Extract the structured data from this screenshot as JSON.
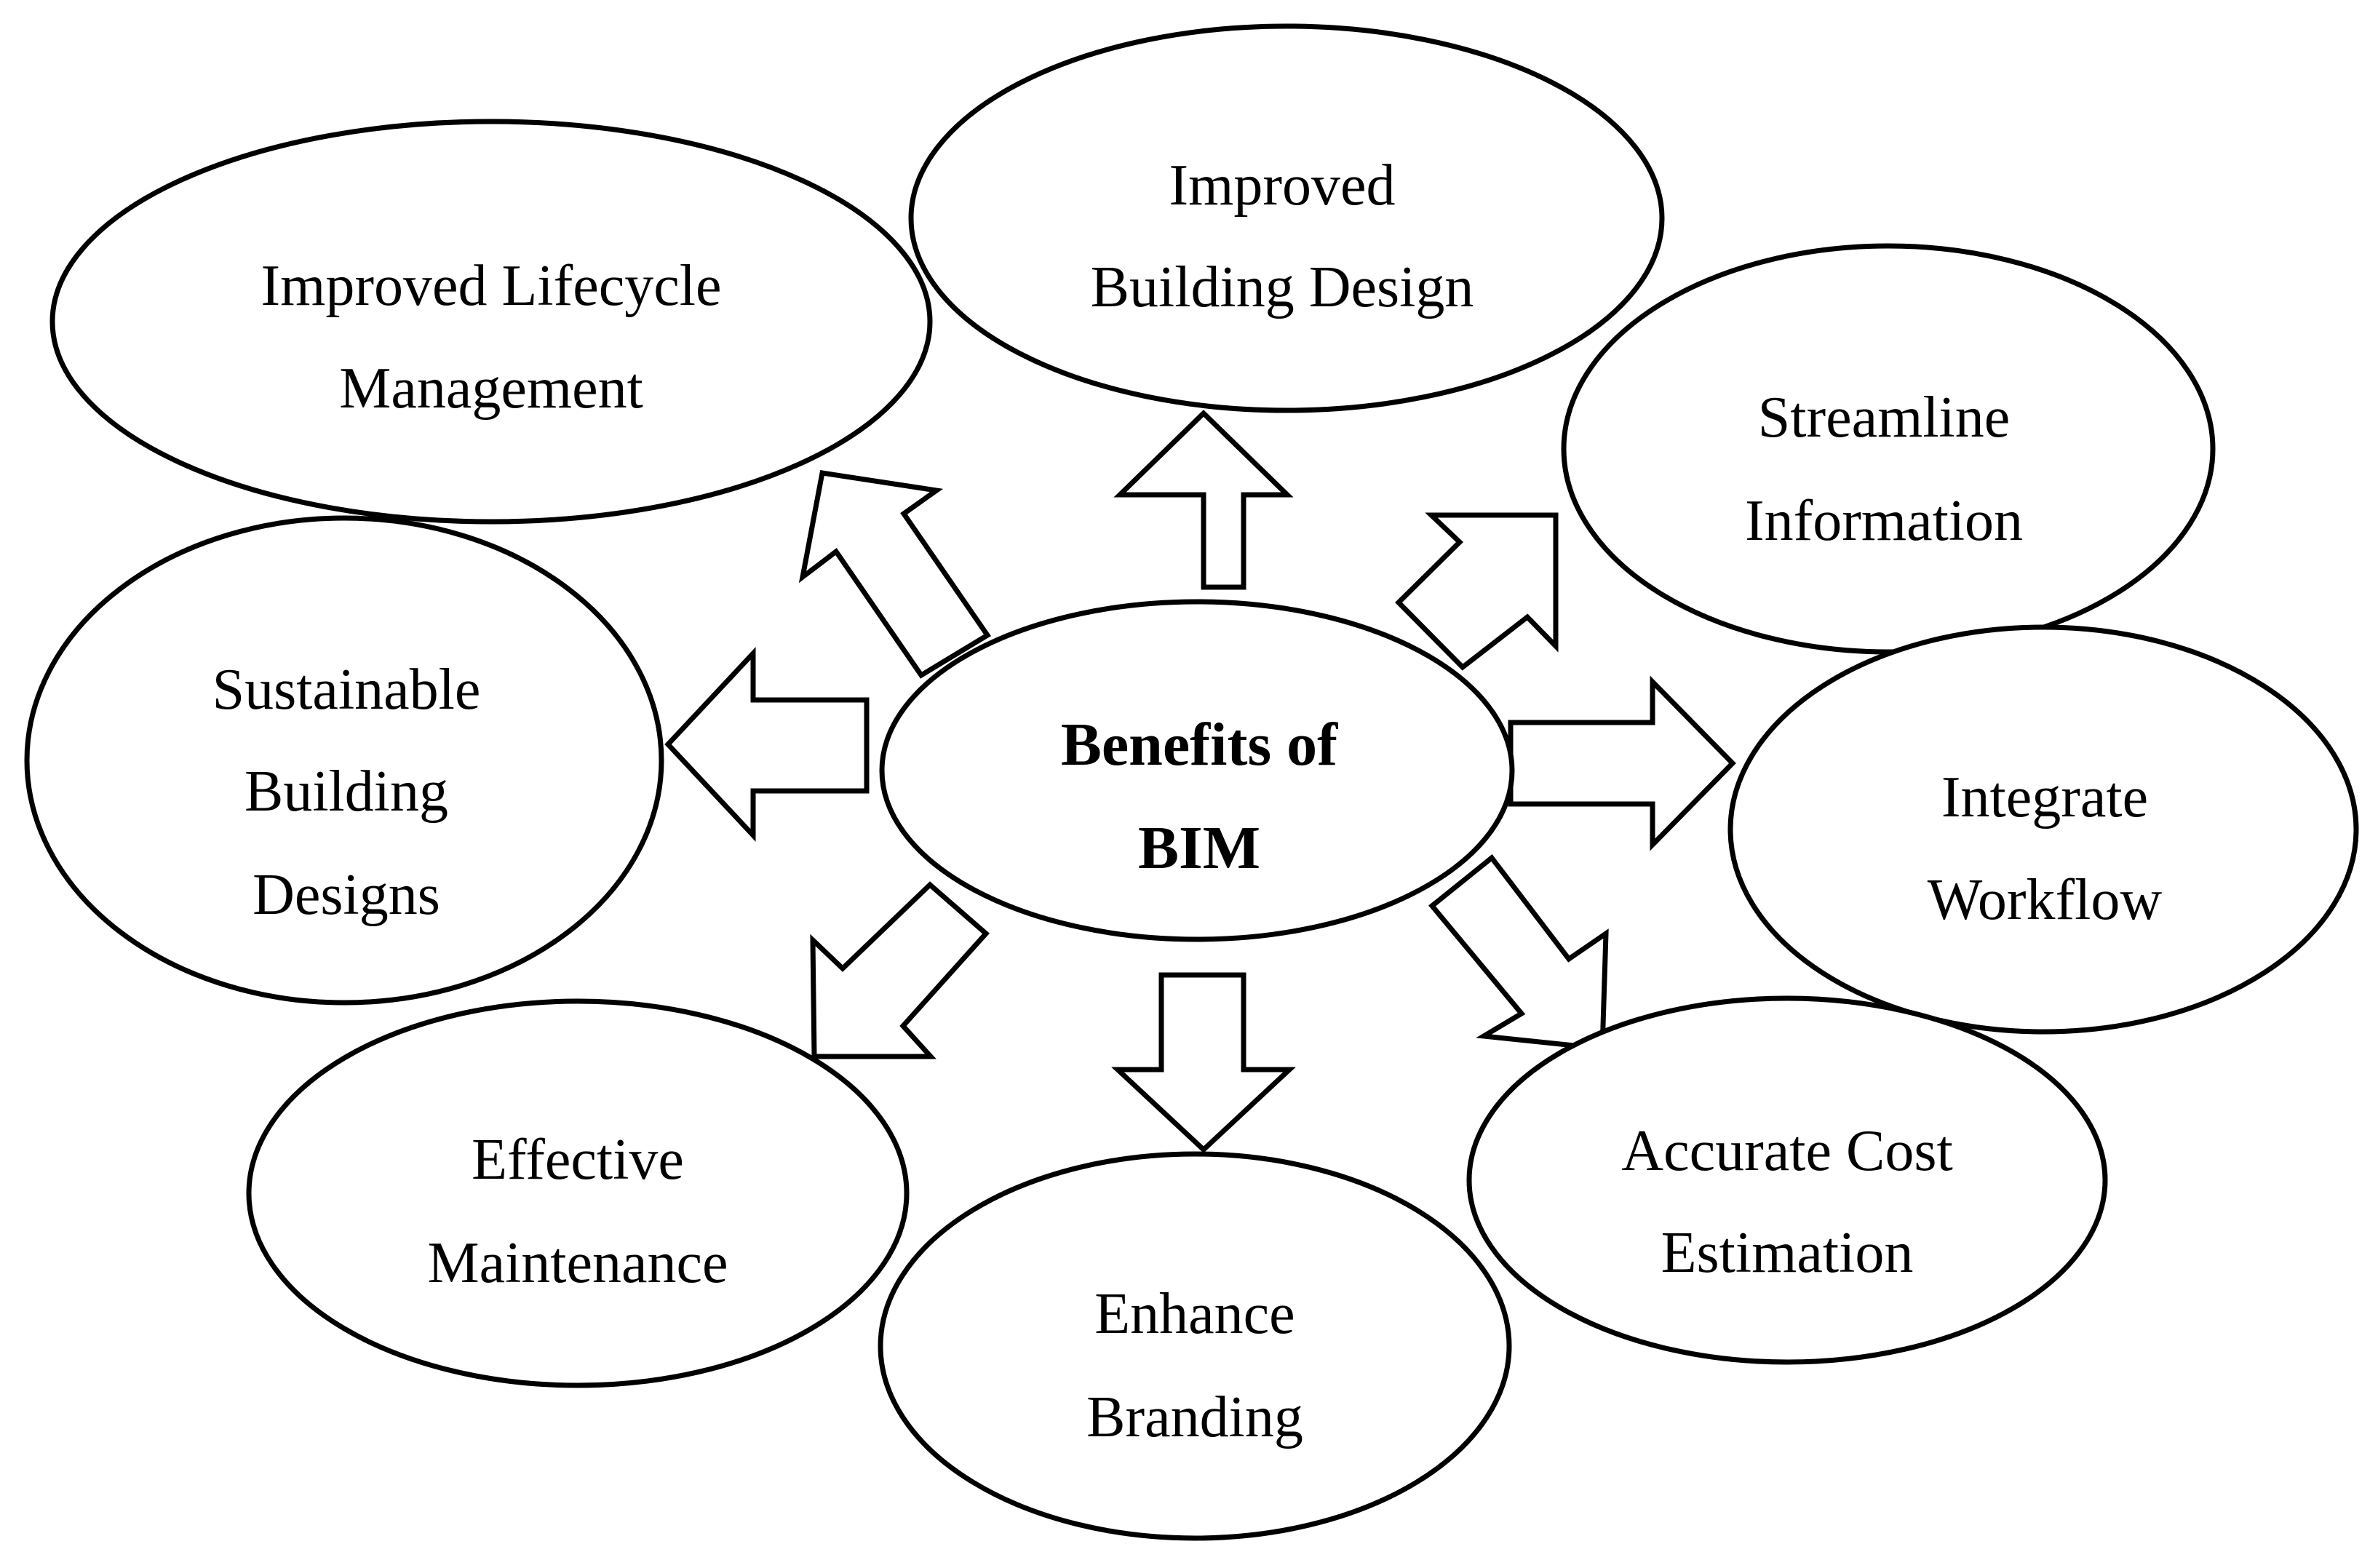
{
  "center": {
    "line1": "Benefits of",
    "line2": "BIM"
  },
  "benefits": {
    "improved_building_design": {
      "line1": "Improved",
      "line2": "Building Design"
    },
    "improved_lifecycle_management": {
      "line1": "Improved Lifecycle",
      "line2": "Management"
    },
    "streamline_information": {
      "line1": "Streamline",
      "line2": "Information"
    },
    "sustainable_building_designs": {
      "line1": "Sustainable",
      "line2": "Building",
      "line3": "Designs"
    },
    "integrate_workflow": {
      "line1": "Integrate",
      "line2": "Workflow"
    },
    "effective_maintenance": {
      "line1": "Effective",
      "line2": "Maintenance"
    },
    "enhance_branding": {
      "line1": "Enhance",
      "line2": "Branding"
    },
    "accurate_cost_estimation": {
      "line1": "Accurate Cost",
      "line2": "Estimation"
    }
  },
  "colors": {
    "stroke": "#000000",
    "fill": "#ffffff",
    "background": "#ffffff"
  }
}
